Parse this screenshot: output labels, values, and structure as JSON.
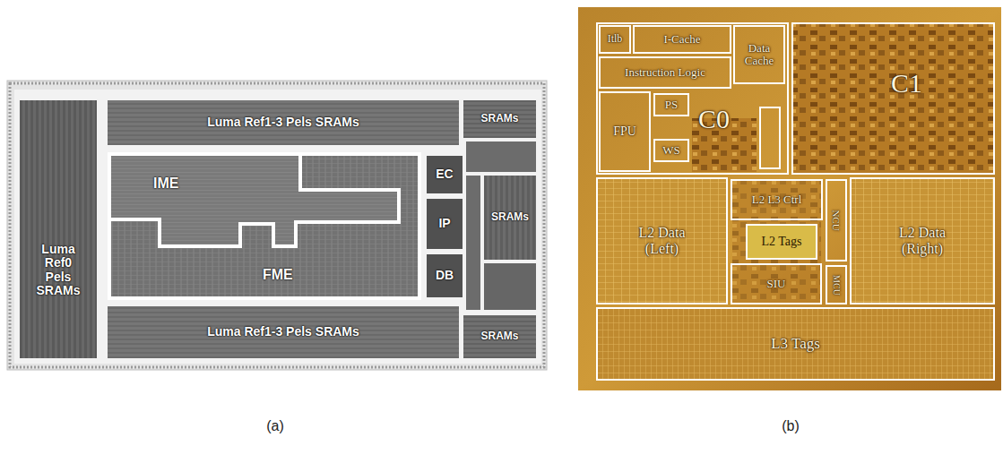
{
  "diagram": {
    "nodes": [
      {
        "text": [
          "Luma Ref0 Pels SRAMs"
        ]
      },
      {
        "text": [
          "Luma Ref1-3 Pels SRAMs"
        ]
      },
      {
        "text": [
          "SRAMs"
        ]
      },
      {
        "text": [
          "IME"
        ]
      },
      {
        "text": [
          "FME"
        ]
      },
      {
        "text": [
          "EC"
        ]
      },
      {
        "text": [
          "IP"
        ]
      },
      {
        "text": [
          "SRAMs"
        ]
      },
      {
        "text": [
          "DB"
        ]
      },
      {
        "text": [
          "Luma Ref1-3 Pels SRAMs"
        ]
      },
      {
        "text": [
          "SRAMs"
        ]
      },
      {
        "text": [
          "C0"
        ]
      },
      {
        "text": [
          "Itlb"
        ],
        "in": 11
      },
      {
        "text": [
          "I-Cache"
        ],
        "in": 11
      },
      {
        "text": [
          "Data Cache"
        ],
        "in": 11
      },
      {
        "text": [
          "Instruction Logic"
        ],
        "in": 11
      },
      {
        "text": [
          "FPU"
        ],
        "in": 11
      },
      {
        "text": [
          "PS"
        ],
        "in": 11
      },
      {
        "text": [
          "WS"
        ],
        "in": 11
      },
      {
        "text": [
          "C1"
        ]
      },
      {
        "text": [
          "L2 Data (Left)"
        ]
      },
      {
        "text": [
          "L2 L3 Ctrl"
        ]
      },
      {
        "text": [
          "L2 Tags"
        ]
      },
      {
        "text": [
          "NCU"
        ]
      },
      {
        "text": [
          "SIU"
        ]
      },
      {
        "text": [
          "MCU"
        ]
      },
      {
        "text": [
          "L2 Data (Right)"
        ]
      },
      {
        "text": [
          "L3 Tags"
        ]
      }
    ],
    "labels": [
      "(a)",
      "(b)"
    ]
  }
}
